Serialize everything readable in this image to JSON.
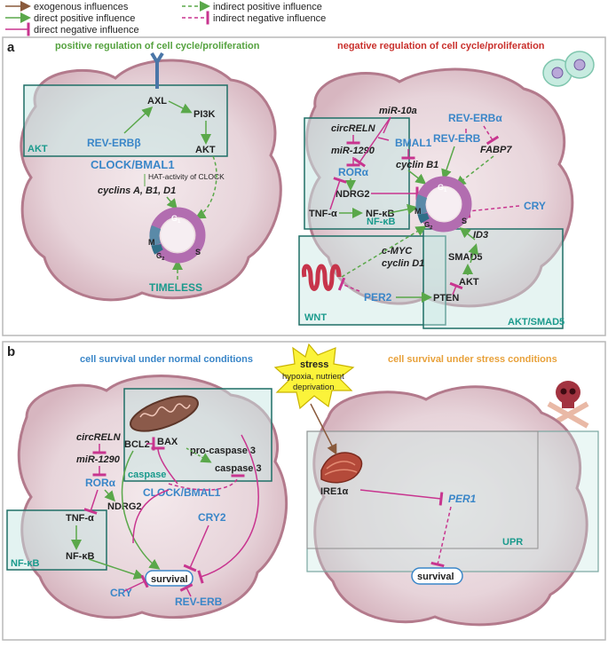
{
  "legend": {
    "exogenous": "exogenous influences",
    "direct_positive": "direct positive influence",
    "direct_negative": "direct negative influence",
    "indirect_positive": "indirect positive influence",
    "indirect_negative": "indirect negative influence"
  },
  "colors": {
    "positive": "#5aa84a",
    "negative": "#c8358f",
    "exogenous": "#8a5a3c",
    "gene_blue": "#3a86c8",
    "teal": "#1a9a8c",
    "panel_title_pos": "#55a23f",
    "panel_title_neg": "#c9302c",
    "panel_b_blue": "#3a86c8",
    "panel_b_orange": "#e8a13a",
    "box_fill": "#c7e7e3",
    "box_stroke": "#1f6f66"
  },
  "panel_a": {
    "label": "a",
    "title_left": "positive regulation of cell cycle/proliferation",
    "title_right": "negative regulation of cell cycle/proliferation",
    "left": {
      "box_akt": "AKT",
      "axl": "AXL",
      "pi3k": "PI3K",
      "akt": "AKT",
      "rev_erbb": "REV-ERBβ",
      "clock_bmal1": "CLOCK/BMAL1",
      "hat": "HAT-activity of CLOCK",
      "cyclins": "cyclins A, B1, D1",
      "timeless": "TIMELESS",
      "phase_g1": "G",
      "phase_g1_sub": "1",
      "phase_s": "S",
      "phase_g2": "G",
      "phase_g2_sub": "2",
      "phase_m": "M"
    },
    "right": {
      "mir10a": "miR-10a",
      "rev_erba": "REV-ERBα",
      "circrelnn": "circRELN",
      "mir1290": "miR-1290",
      "bmal1": "BMAL1",
      "rev_erb": "REV-ERB",
      "fabp7": "FABP7",
      "rora": "RORα",
      "cyclin_b1": "cyclin B1",
      "ndrg2": "NDRG2",
      "tnfa": "TNF-α",
      "nfkb": "NF-κB",
      "box_nfkb": "NF-κB",
      "cry": "CRY",
      "id3": "ID3",
      "smad5": "SMAD5",
      "cmyc": "c-MYC",
      "cyclin_d1": "cyclin D1",
      "akt": "AKT",
      "pten": "PTEN",
      "per2": "PER2",
      "box_wnt": "WNT",
      "box_akt_smad5": "AKT/SMAD5",
      "phase_g1": "G",
      "phase_g1_sub": "1",
      "phase_s": "S",
      "phase_g2": "G",
      "phase_g2_sub": "2",
      "phase_m": "M"
    }
  },
  "panel_b": {
    "label": "b",
    "title_left": "cell survival under normal conditions",
    "title_right": "cell survival under stress conditions",
    "stress_title": "stress",
    "stress_line1": "hypoxia, nutrient",
    "stress_line2": "deprivation",
    "left": {
      "circrelnn": "circRELN",
      "mir1290": "miR-1290",
      "rora": "RORα",
      "ndrg2": "NDRG2",
      "tnfa": "TNF-α",
      "nfkb": "NF-κB",
      "box_nfkb": "NF-κB",
      "bcl2": "BCL2",
      "bax": "BAX",
      "pro_caspase3": "pro-caspase 3",
      "caspase3": "caspase 3",
      "box_caspase": "caspase",
      "clock_bmal1": "CLOCK/BMAL1",
      "cry2": "CRY2",
      "survival": "survival",
      "cry": "CRY",
      "rev_erb": "REV-ERB"
    },
    "right": {
      "ire1a": "IRE1α",
      "per1": "PER1",
      "survival": "survival",
      "box_upr": "UPR"
    }
  }
}
